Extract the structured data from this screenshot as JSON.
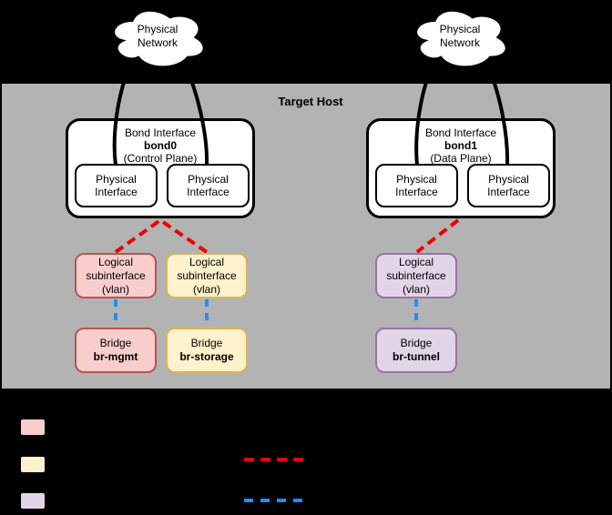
{
  "host": {
    "title": "Target Host"
  },
  "clouds": {
    "left": {
      "label": "Physical Network"
    },
    "right": {
      "label": "Physical Network"
    }
  },
  "bonds": [
    {
      "title": "Bond Interface",
      "name": "bond0",
      "plane": "(Control Plane)",
      "ports": [
        "Physical Interface",
        "Physical Interface"
      ]
    },
    {
      "title": "Bond Interface",
      "name": "bond1",
      "plane": "(Data Plane)",
      "ports": [
        "Physical Interface",
        "Physical Interface"
      ]
    }
  ],
  "subinterfaces": [
    {
      "label": "Logical subinterface (vlan)",
      "color_key": "pink"
    },
    {
      "label": "Logical subinterface (vlan)",
      "color_key": "yellow"
    },
    {
      "label": "Logical subinterface (vlan)",
      "color_key": "purple"
    }
  ],
  "bridges": [
    {
      "title": "Bridge",
      "name": "br-mgmt",
      "color_key": "pink"
    },
    {
      "title": "Bridge",
      "name": "br-storage",
      "color_key": "yellow"
    },
    {
      "title": "Bridge",
      "name": "br-tunnel",
      "color_key": "purple"
    }
  ],
  "connections": {
    "bond_to_vlan_style": "red-dashed",
    "vlan_to_bridge_style": "blue-dashed"
  },
  "legend": {
    "swatches": [
      "pink",
      "yellow",
      "purple"
    ],
    "lines": [
      "red-dashed",
      "blue-dashed"
    ]
  },
  "colors": {
    "host_bg": "#b3b3b3",
    "pink_fill": "#f8cecc",
    "pink_stroke": "#b85450",
    "yellow_fill": "#fff2cc",
    "yellow_stroke": "#d6b656",
    "purple_fill": "#e1d5e7",
    "purple_stroke": "#9673a6",
    "red_line": "#ee0000",
    "blue_line": "#1e8fff"
  }
}
